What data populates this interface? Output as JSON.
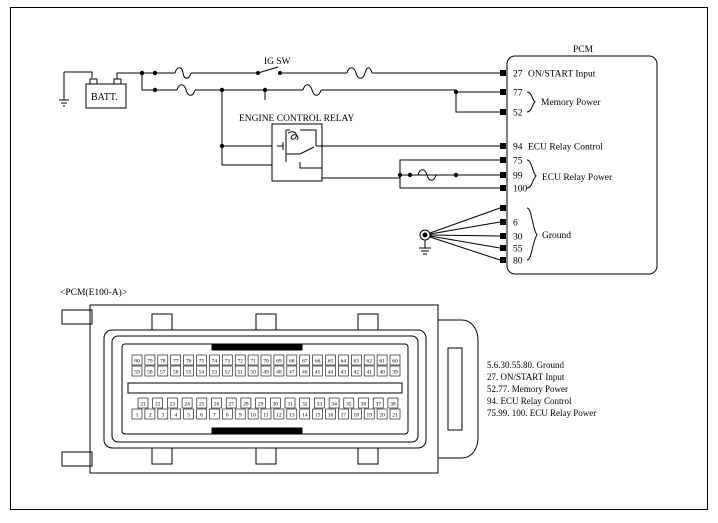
{
  "pcm_label": "PCM",
  "batt_label": "BATT.",
  "ig_sw_label": "IG SW",
  "relay_label": "ENGINE CONTROL RELAY",
  "pins": [
    {
      "num": "27",
      "desc": "ON/START Input"
    },
    {
      "num": "77",
      "desc": ""
    },
    {
      "num": "52",
      "desc": ""
    },
    {
      "num": "94",
      "desc": "ECU Relay Control"
    },
    {
      "num": "75",
      "desc": ""
    },
    {
      "num": "99",
      "desc": ""
    },
    {
      "num": "100",
      "desc": ""
    },
    {
      "num": "",
      "desc": ""
    },
    {
      "num": "6",
      "desc": ""
    },
    {
      "num": "30",
      "desc": ""
    },
    {
      "num": "55",
      "desc": ""
    },
    {
      "num": "80",
      "desc": ""
    }
  ],
  "groups": {
    "memory_power": "Memory Power",
    "ecu_relay_power": "ECU Relay Power",
    "ground": "Ground"
  },
  "connector_title": "<PCM(E100-A)>",
  "legend": [
    "5.6.30.55.80.    Ground",
    "27. ON/START Input",
    "52.77.  Memory Power",
    "94.  ECU Relay Control",
    "75.99. 100.  ECU Relay Power"
  ],
  "connector_row1": [
    "80",
    "79",
    "78",
    "77",
    "76",
    "75",
    "74",
    "73",
    "72",
    "71",
    "70",
    "69",
    "68",
    "67",
    "66",
    "65",
    "64",
    "63",
    "62",
    "61",
    "60"
  ],
  "connector_row2": [
    "59",
    "58",
    "57",
    "56",
    "55",
    "54",
    "53",
    "52",
    "51",
    "50",
    "49",
    "48",
    "47",
    "46",
    "45",
    "44",
    "43",
    "42",
    "41",
    "40",
    "39"
  ],
  "connector_row3": [
    "21",
    "22",
    "23",
    "24",
    "25",
    "26",
    "27",
    "28",
    "29",
    "30",
    "31",
    "32",
    "33",
    "34",
    "35",
    "36",
    "37",
    "38"
  ],
  "connector_row4": [
    "1",
    "2",
    "3",
    "4",
    "5",
    "6",
    "7",
    "8",
    "9",
    "10",
    "11",
    "12",
    "13",
    "14",
    "15",
    "16",
    "17",
    "18",
    "19",
    "20",
    "21"
  ]
}
